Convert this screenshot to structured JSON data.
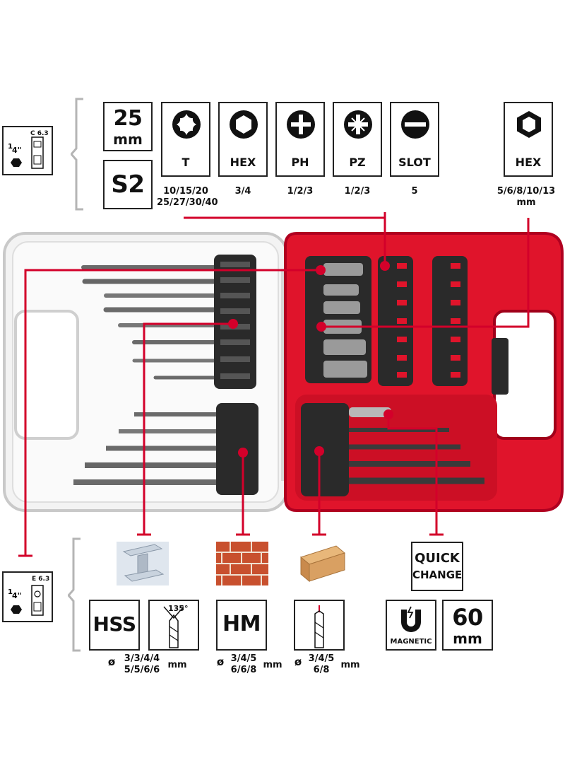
{
  "top": {
    "length_value": "25",
    "length_unit": "mm",
    "material": "S2",
    "bits": [
      {
        "label": "T",
        "sizes_line1": "10/15/20",
        "sizes_line2": "25/27/30/40"
      },
      {
        "label": "HEX",
        "sizes_line1": "3/4",
        "sizes_line2": ""
      },
      {
        "label": "PH",
        "sizes_line1": "1/2/3",
        "sizes_line2": ""
      },
      {
        "label": "PZ",
        "sizes_line1": "1/2/3",
        "sizes_line2": ""
      },
      {
        "label": "SLOT",
        "sizes_line1": "5",
        "sizes_line2": ""
      }
    ],
    "nut": {
      "label": "HEX",
      "sizes_line1": "5/6/8/10/13",
      "sizes_line2": "mm"
    }
  },
  "shank_top": {
    "fraction_num": "1",
    "fraction_den": "4\"",
    "code": "C 6.3"
  },
  "shank_bottom": {
    "fraction_num": "1",
    "fraction_den": "4\"",
    "code": "E 6.3"
  },
  "bottom": {
    "hss": {
      "label": "HSS",
      "angle": "135°",
      "diameter": "ø",
      "sizes_line1": "3/3/4/4",
      "sizes_line2": "5/5/6/6",
      "unit": "mm"
    },
    "hm": {
      "label": "HM",
      "diameter": "ø",
      "sizes_line1": "3/4/5",
      "sizes_line2": "6/6/8",
      "unit": "mm"
    },
    "wood": {
      "diameter": "ø",
      "sizes_line1": "3/4/5",
      "sizes_line2": "6/8",
      "unit": "mm"
    },
    "quick": {
      "line1": "QUICK",
      "line2": "CHANGE"
    },
    "magnetic": {
      "label": "MAGNETIC"
    },
    "length": {
      "value": "60",
      "unit": "mm"
    }
  },
  "colors": {
    "accent": "#d3002a",
    "case_red": "#e0142b",
    "frame": "#222222",
    "bracket": "#b5b5b5"
  }
}
